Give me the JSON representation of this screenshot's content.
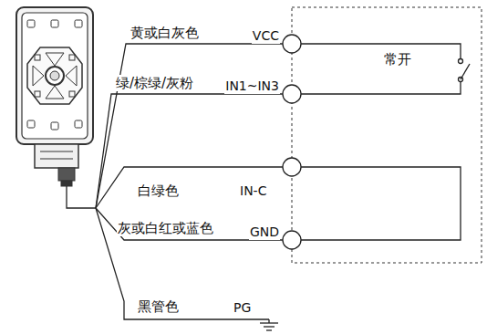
{
  "diagram": {
    "labels": [
      "黄或白灰色",
      "VCC",
      "常开",
      "绿/棕绿/灰粉",
      "IN1~IN3",
      "白绿色",
      "IN-C",
      "灰或白红或蓝色",
      "GND",
      "黑管色",
      "PG"
    ]
  }
}
